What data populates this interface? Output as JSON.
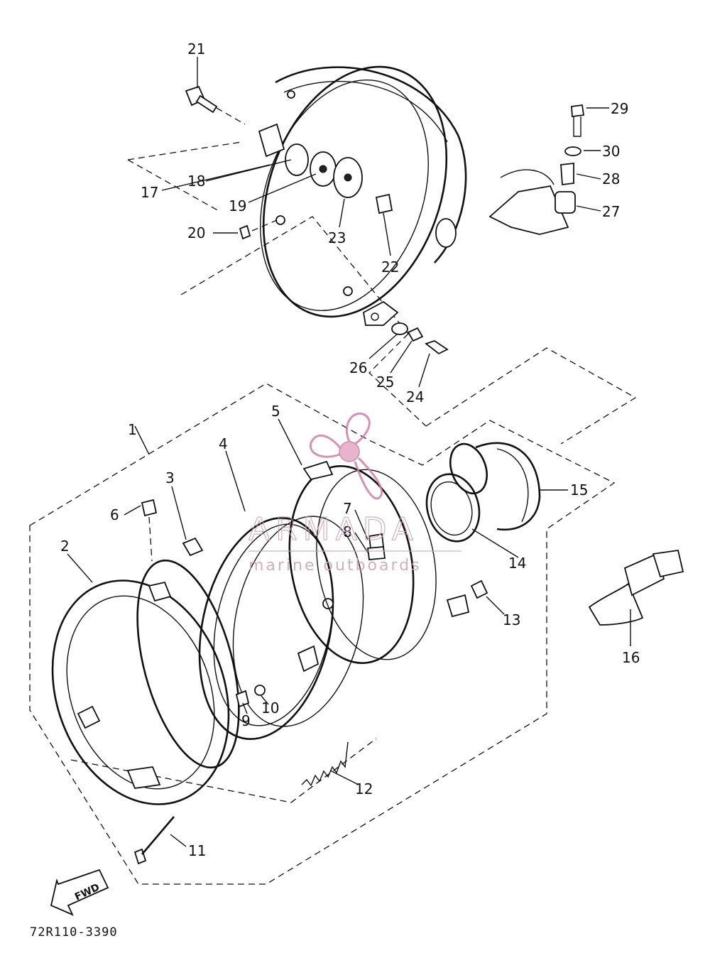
{
  "diagram": {
    "part_numbers": [
      "1",
      "2",
      "3",
      "4",
      "5",
      "6",
      "7",
      "8",
      "9",
      "10",
      "11",
      "12",
      "13",
      "14",
      "15",
      "16",
      "17",
      "18",
      "19",
      "20",
      "21",
      "22",
      "23",
      "24",
      "25",
      "26",
      "27",
      "28",
      "29",
      "30"
    ],
    "drawing_code": "72R110-3390",
    "fwd_label": "FWD"
  },
  "watermark": {
    "title": "ARMADA",
    "subtitle": "marine outboards",
    "color": "#c9a3b3"
  }
}
